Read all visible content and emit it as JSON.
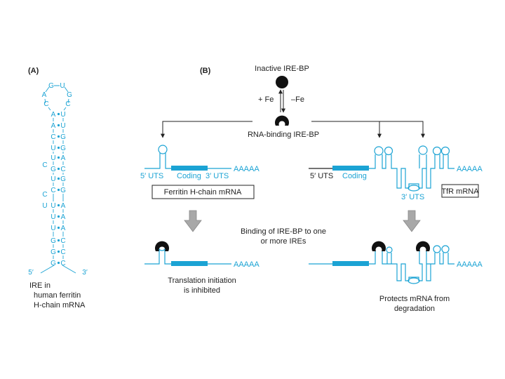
{
  "colors": {
    "rna": "#1ba3d4",
    "text": "#222222",
    "arrow": "#a8a8a8"
  },
  "panel_a": {
    "label": "(A)",
    "loop": {
      "n1": "G",
      "n2": "U",
      "n3": "A",
      "n4": "G",
      "n5": "C",
      "n6": "C"
    },
    "bulge1": "C",
    "bulge2": "C",
    "bulge3": "U",
    "pairs": [
      {
        "l": "A",
        "r": "U"
      },
      {
        "l": "A",
        "r": "U"
      },
      {
        "l": "C",
        "r": "G"
      },
      {
        "l": "U",
        "r": "G"
      },
      {
        "l": "U",
        "r": "A"
      },
      {
        "l": "G",
        "r": "C"
      },
      {
        "l": "U",
        "r": "G"
      },
      {
        "l": "C",
        "r": "G"
      },
      {
        "l": "U",
        "r": "A"
      },
      {
        "l": "U",
        "r": "A"
      },
      {
        "l": "U",
        "r": "A"
      },
      {
        "l": "G",
        "r": "C"
      },
      {
        "l": "G",
        "r": "C"
      },
      {
        "l": "G",
        "r": "C"
      }
    ],
    "end5": "5′",
    "end3": "3′",
    "caption_line1": "IRE in",
    "caption_line2": "human ferritin",
    "caption_line3": "H-chain mRNA"
  },
  "panel_b": {
    "label": "(B)",
    "inactive": "Inactive IRE-BP",
    "plus_fe": "+ Fe",
    "minus_fe": "–Fe",
    "rna_binding": "RNA-binding IRE-BP",
    "ferritin": {
      "utr5": "5′ UTS",
      "coding": "Coding",
      "utr3": "3′ UTS",
      "polyA": "AAAAA",
      "box": "Ferritin H-chain mRNA",
      "polyA_bound": "AAAAA",
      "result_line1": "Translation initiation",
      "result_line2": "is inhibited"
    },
    "tfr": {
      "utr5": "5′ UTS",
      "coding": "Coding",
      "utr3": "3′  UTS",
      "polyA": "AAAAA",
      "box": "TfR mRNA",
      "polyA_bound": "AAAAA",
      "result_line1": "Protects mRNA from",
      "result_line2": "degradation"
    },
    "binding_line1": "Binding of IRE-BP to one",
    "binding_line2": "or more IREs"
  }
}
